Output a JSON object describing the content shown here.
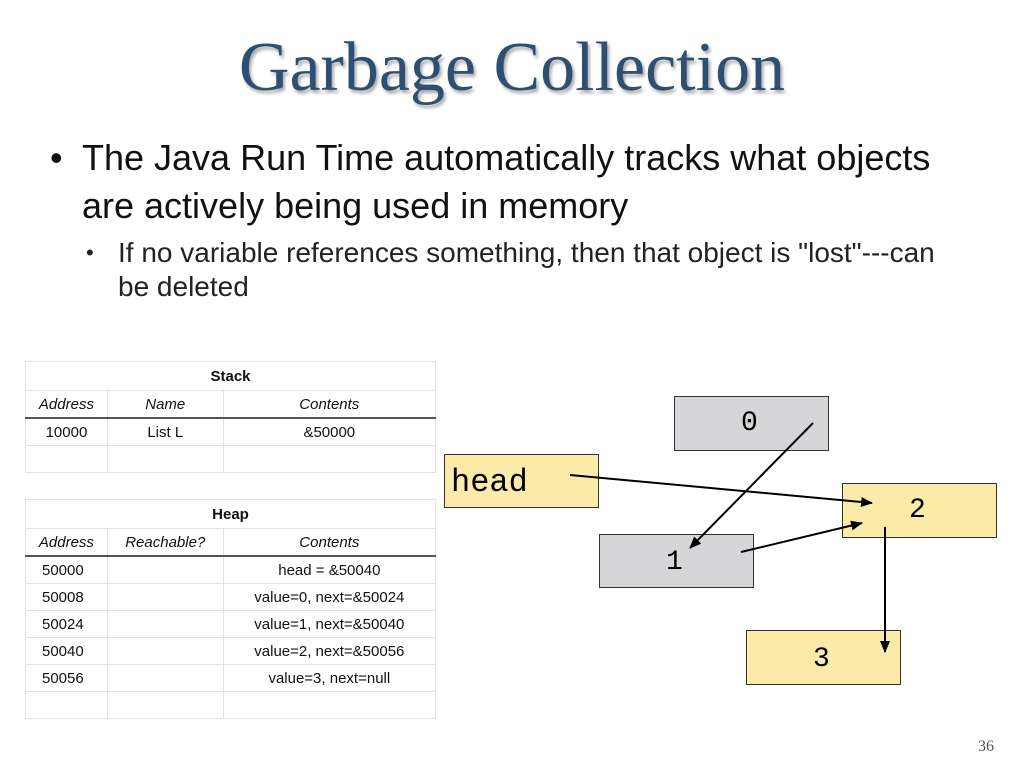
{
  "title": "Garbage Collection",
  "bullets": {
    "main": "The Java Run Time automatically tracks what objects are actively being used in memory",
    "sub": "If no variable references something, then that object is \"lost\"---can be deleted",
    "main_marker": "•",
    "sub_marker": "•"
  },
  "stack_table": {
    "caption": "Stack",
    "headers": [
      "Address",
      "Name",
      "Contents"
    ],
    "rows": [
      [
        "10000",
        "List L",
        "&50000"
      ]
    ]
  },
  "heap_table": {
    "caption": "Heap",
    "headers": [
      "Address",
      "Reachable?",
      "Contents"
    ],
    "rows": [
      [
        "50000",
        "",
        "head = &50040"
      ],
      [
        "50008",
        "",
        "value=0, next=&50024"
      ],
      [
        "50024",
        "",
        "value=1, next=&50040"
      ],
      [
        "50040",
        "",
        "value=2, next=&50056"
      ],
      [
        "50056",
        "",
        "value=3, next=null"
      ]
    ]
  },
  "diagram": {
    "head_label": "head",
    "nodes": {
      "n0": "0",
      "n1": "1",
      "n2": "2",
      "n3": "3"
    },
    "colors": {
      "reachable": "#fbeaa8",
      "unreachable": "#d6d6d8"
    }
  },
  "page_number": "36"
}
